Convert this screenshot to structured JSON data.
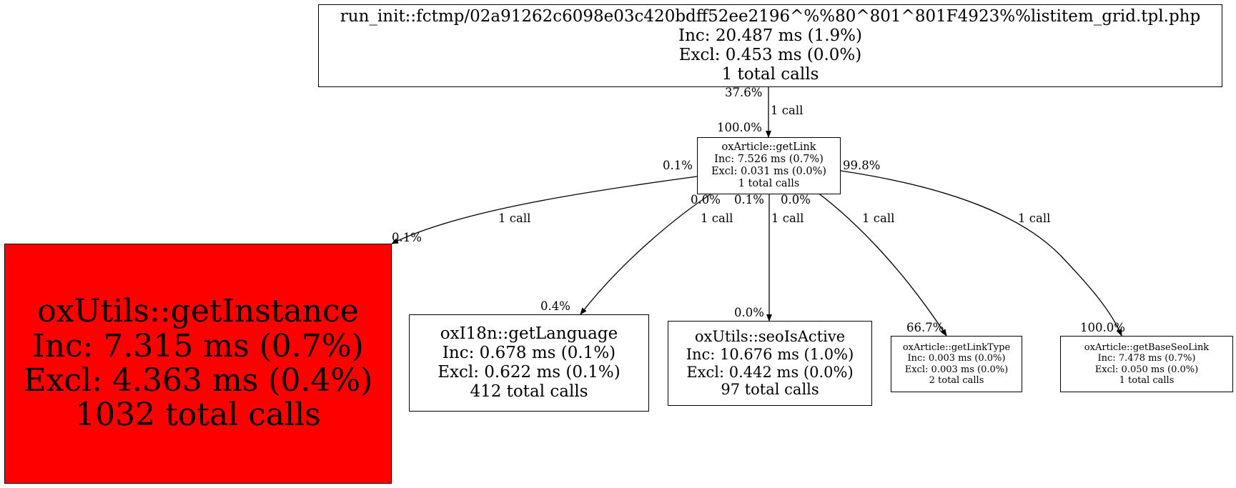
{
  "nodes": {
    "root": {
      "name": "run_init::fctmp/02a91262c6098e03c420bdff52ee2196^%%80^801^801F4923%%listitem_grid.tpl.php",
      "inc": "Inc: 20.487 ms (1.9%)",
      "excl": "Excl: 0.453 ms (0.0%)",
      "calls": "1 total calls"
    },
    "getlink": {
      "name": "oxArticle::getLink",
      "inc": "Inc: 7.526 ms (0.7%)",
      "excl": "Excl: 0.031 ms (0.0%)",
      "calls": "1 total calls"
    },
    "getinstance": {
      "name": "oxUtils::getInstance",
      "inc": "Inc: 7.315 ms (0.7%)",
      "excl": "Excl: 4.363 ms (0.4%)",
      "calls": "1032 total calls",
      "color": "#ff0000"
    },
    "getlanguage": {
      "name": "oxI18n::getLanguage",
      "inc": "Inc: 0.678 ms (0.1%)",
      "excl": "Excl: 0.622 ms (0.1%)",
      "calls": "412 total calls"
    },
    "seoisactive": {
      "name": "oxUtils::seoIsActive",
      "inc": "Inc: 10.676 ms (1.0%)",
      "excl": "Excl: 0.442 ms (0.0%)",
      "calls": "97 total calls"
    },
    "getlinktype": {
      "name": "oxArticle::getLinkType",
      "inc": "Inc: 0.003 ms (0.0%)",
      "excl": "Excl: 0.003 ms (0.0%)",
      "calls": "2 total calls"
    },
    "getbaseseolink": {
      "name": "oxArticle::getBaseSeoLink",
      "inc": "Inc: 7.478 ms (0.7%)",
      "excl": "Excl: 0.050 ms (0.0%)",
      "calls": "1 total calls"
    }
  },
  "edges": {
    "root_getlink": {
      "tail": "37.6%",
      "label": "1 call",
      "head": "100.0%"
    },
    "getlink_getinstance": {
      "tail": "0.1%",
      "label": "1 call",
      "head": "0.1%"
    },
    "getlink_getlanguage": {
      "tail": "0.0%",
      "label": "1 call",
      "head": "0.4%"
    },
    "getlink_seoisactive": {
      "tail": "0.1%",
      "label": "1 call",
      "head": "0.0%"
    },
    "getlink_getlinktype": {
      "tail": "0.0%",
      "label": "1 call",
      "head": "66.7%"
    },
    "getlink_getbaseseolink": {
      "tail": "99.8%",
      "label": "1 call",
      "head": "100.0%"
    }
  }
}
